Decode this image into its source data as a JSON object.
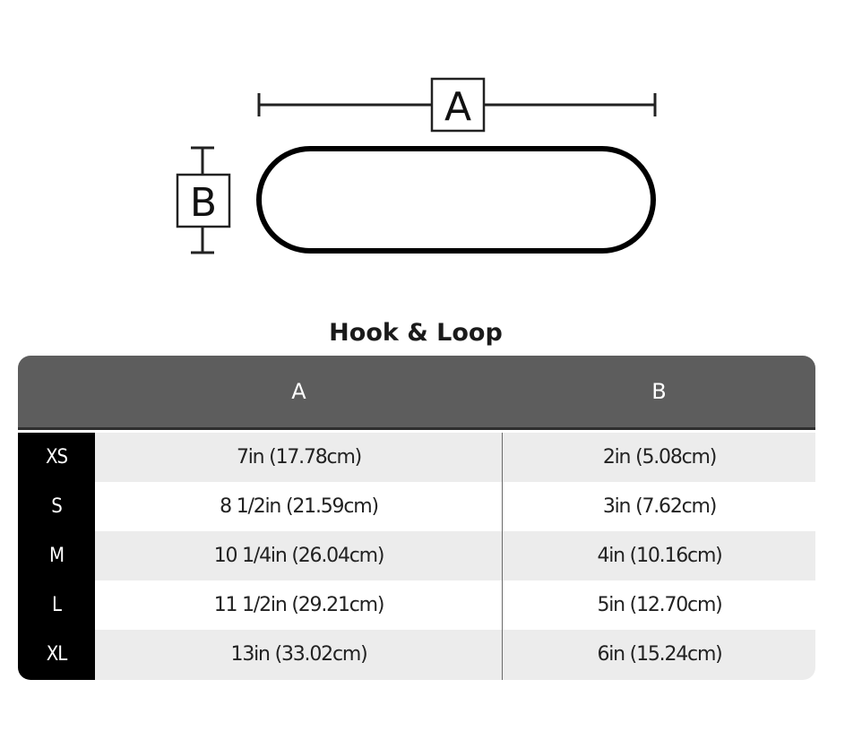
{
  "diagram": {
    "label_a": "A",
    "label_b": "B"
  },
  "table": {
    "title": "Hook & Loop",
    "headers": [
      "A",
      "B"
    ],
    "rows": [
      {
        "size": "XS",
        "a": "7in (17.78cm)",
        "b": "2in (5.08cm)"
      },
      {
        "size": "S",
        "a": "8 1/2in (21.59cm)",
        "b": "3in (7.62cm)"
      },
      {
        "size": "M",
        "a": "10 1/4in (26.04cm)",
        "b": "4in (10.16cm)"
      },
      {
        "size": "L",
        "a": "11 1/2in (29.21cm)",
        "b": "5in (12.70cm)"
      },
      {
        "size": "XL",
        "a": "13in (33.02cm)",
        "b": "6in (15.24cm)"
      }
    ]
  },
  "colors": {
    "header_bg": "#5d5d5d",
    "size_col_bg": "#000000",
    "row_alt_bg": "#ececec"
  }
}
